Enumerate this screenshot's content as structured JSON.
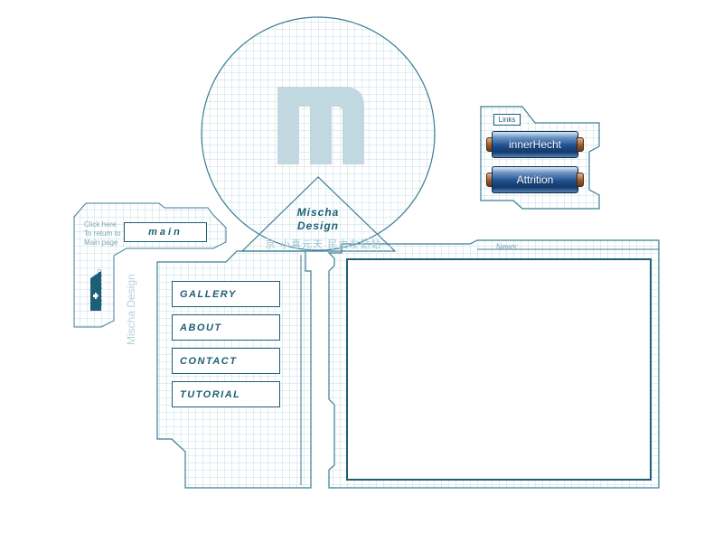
{
  "brand": {
    "line1": "Mischa",
    "line2": "Design"
  },
  "watermark_text": "京 小喜元天 民由友鉆鉆",
  "main_widget": {
    "hint_lines": [
      "Click here",
      "To return to",
      "Main page"
    ],
    "main_label": "Main",
    "serial": "//D13B1075",
    "side_text": "Mischa Design"
  },
  "nav": {
    "items": [
      {
        "label": "Gallery"
      },
      {
        "label": "About"
      },
      {
        "label": "Contact"
      },
      {
        "label": "Tutorial"
      }
    ]
  },
  "news": {
    "title": "News:"
  },
  "links": {
    "label": "Links",
    "items": [
      {
        "label": "innerHecht"
      },
      {
        "label": "Attrition"
      }
    ]
  },
  "colors": {
    "accent": "#1d5f76",
    "grid": "#c3dce4",
    "logo": "#c2d8e1"
  }
}
